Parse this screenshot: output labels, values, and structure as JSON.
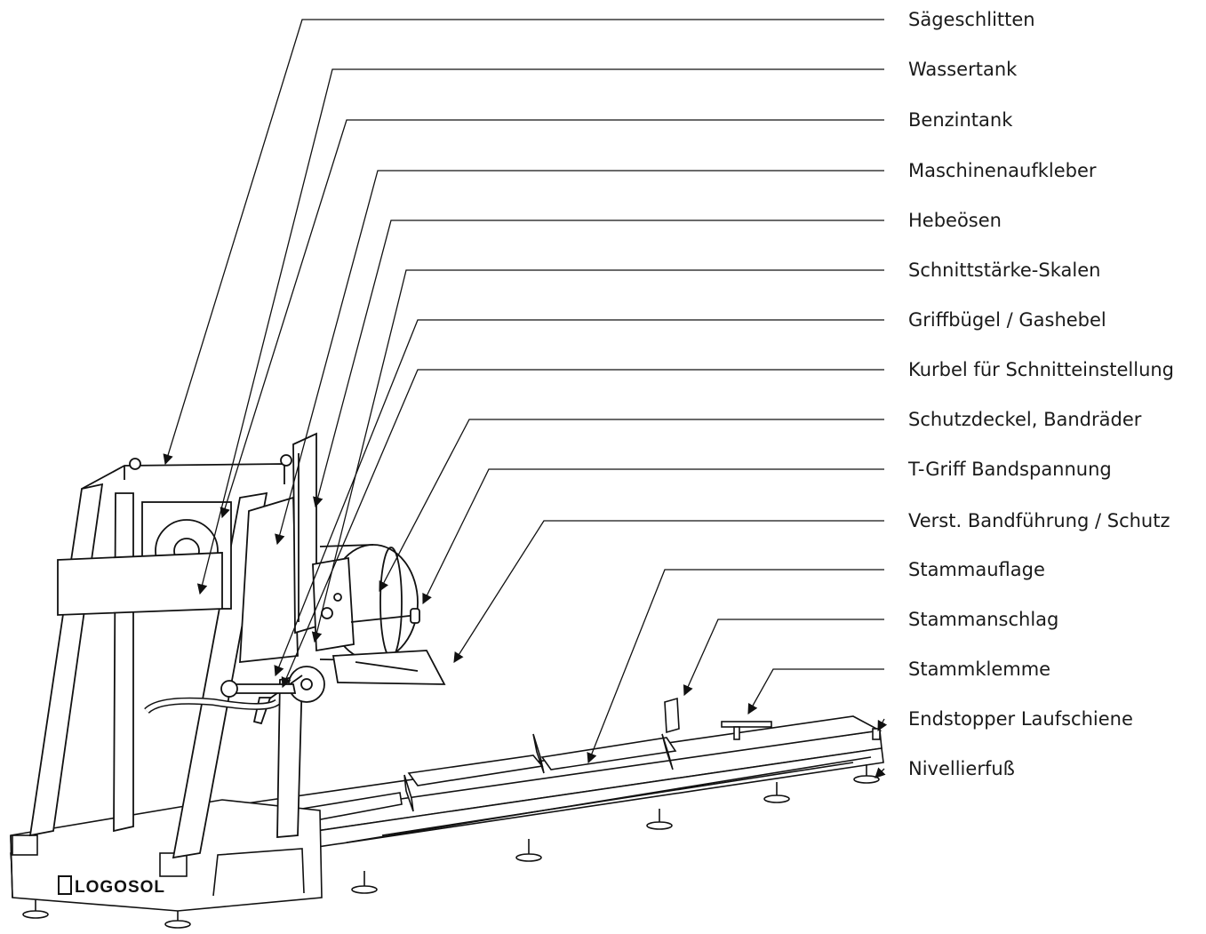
{
  "diagram": {
    "brand_text": "LOGOSOL",
    "line_color": "#111111",
    "callouts": [
      {
        "id": "saegeschlitten",
        "label": "Sägeschlitten"
      },
      {
        "id": "wassertank",
        "label": "Wassertank"
      },
      {
        "id": "benzintank",
        "label": "Benzintank"
      },
      {
        "id": "maschinenaufkleber",
        "label": "Maschinenaufkleber"
      },
      {
        "id": "hebeoesen",
        "label": "Hebeösen"
      },
      {
        "id": "schnittstaerke-skalen",
        "label": "Schnittstärke-Skalen"
      },
      {
        "id": "griffbuegel-gashebel",
        "label": "Griffbügel / Gashebel"
      },
      {
        "id": "kurbel-schnitteinstellung",
        "label": "Kurbel für Schnitteinstellung"
      },
      {
        "id": "schutzdeckel-bandraeder",
        "label": "Schutzdeckel, Bandräder"
      },
      {
        "id": "t-griff-bandspannung",
        "label": "T-Griff Bandspannung"
      },
      {
        "id": "verst-bandfuehrung-schutz",
        "label": "Verst. Bandführung / Schutz"
      },
      {
        "id": "stammauflage",
        "label": "Stammauflage"
      },
      {
        "id": "stammanschlag",
        "label": "Stammanschlag"
      },
      {
        "id": "stammklemme",
        "label": "Stammklemme"
      },
      {
        "id": "endstopper-laufschiene",
        "label": "Endstopper Laufschiene"
      },
      {
        "id": "nivellierfuss",
        "label": "Nivellierfuß"
      }
    ]
  }
}
